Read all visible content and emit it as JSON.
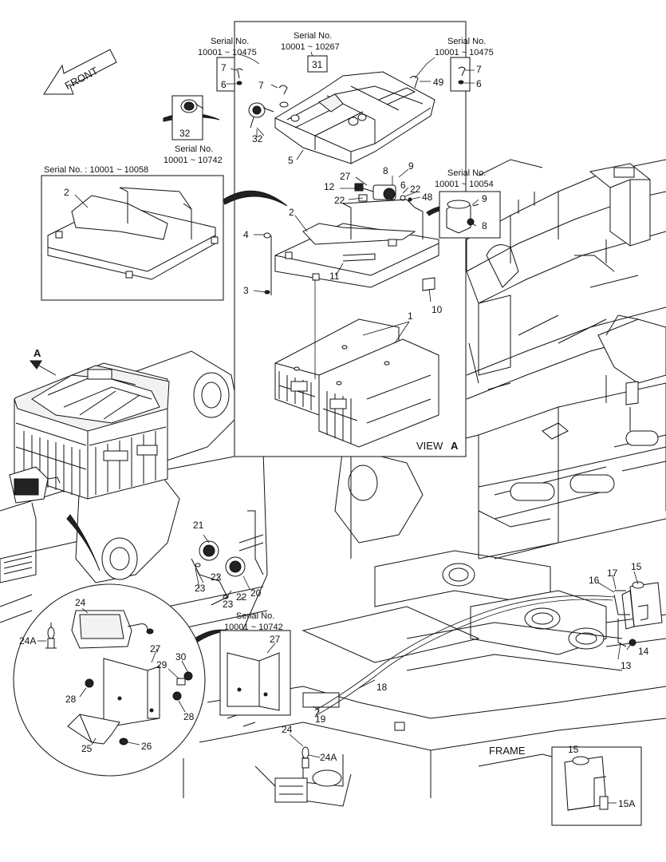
{
  "direction": {
    "front": "FRONT"
  },
  "view": {
    "label": "VIEW",
    "letter": "A",
    "arrow_letter": "A"
  },
  "frame_label": "FRAME",
  "serials": {
    "s1": {
      "title": "Serial No.",
      "range": "10001 ~ 10475"
    },
    "s2": {
      "title": "Serial No.",
      "range": "10001 ~ 10267"
    },
    "s3": {
      "title": "Serial No.",
      "range": "10001 ~ 10475"
    },
    "s4": {
      "title": "Serial No.",
      "range": "10001 ~ 10742"
    },
    "s5": {
      "text": "Serial No. : 10001 ~ 10058"
    },
    "s6": {
      "title": "Serial No.",
      "range": "10001 ~ 10054"
    },
    "s7": {
      "title": "Serial No.",
      "range": "10001 ~ 10742"
    }
  },
  "callouts": {
    "c31": "31",
    "c7a": "7",
    "c6a": "6",
    "c7b": "7",
    "c49": "49",
    "c7c": "7",
    "c6c": "6",
    "c32a": "32",
    "c32b": "32",
    "c5": "5",
    "c2a": "2",
    "c2b": "2",
    "c27a": "27",
    "c8a": "8",
    "c9a": "9",
    "c12": "12",
    "c22a": "22",
    "c6b": "6",
    "c22b": "22",
    "c48": "48",
    "c9b": "9",
    "c8b": "8",
    "c4": "4",
    "c3": "3",
    "c11": "11",
    "c10": "10",
    "c1": "1",
    "c21": "21",
    "c22c": "22",
    "c23a": "23",
    "c22d": "22",
    "c23b": "23",
    "c20": "20",
    "c24a": "24",
    "c24Aa": "24A",
    "c27b": "27",
    "c29": "29",
    "c30": "30",
    "c28a": "28",
    "c28b": "28",
    "c25": "25",
    "c26": "26",
    "c27c": "27",
    "c17": "17",
    "c16": "16",
    "c15a": "15",
    "c14": "14",
    "c13": "13",
    "c18": "18",
    "c19": "19",
    "c24b": "24",
    "c24Ab": "24A",
    "c15b": "15",
    "c15A": "15A"
  }
}
